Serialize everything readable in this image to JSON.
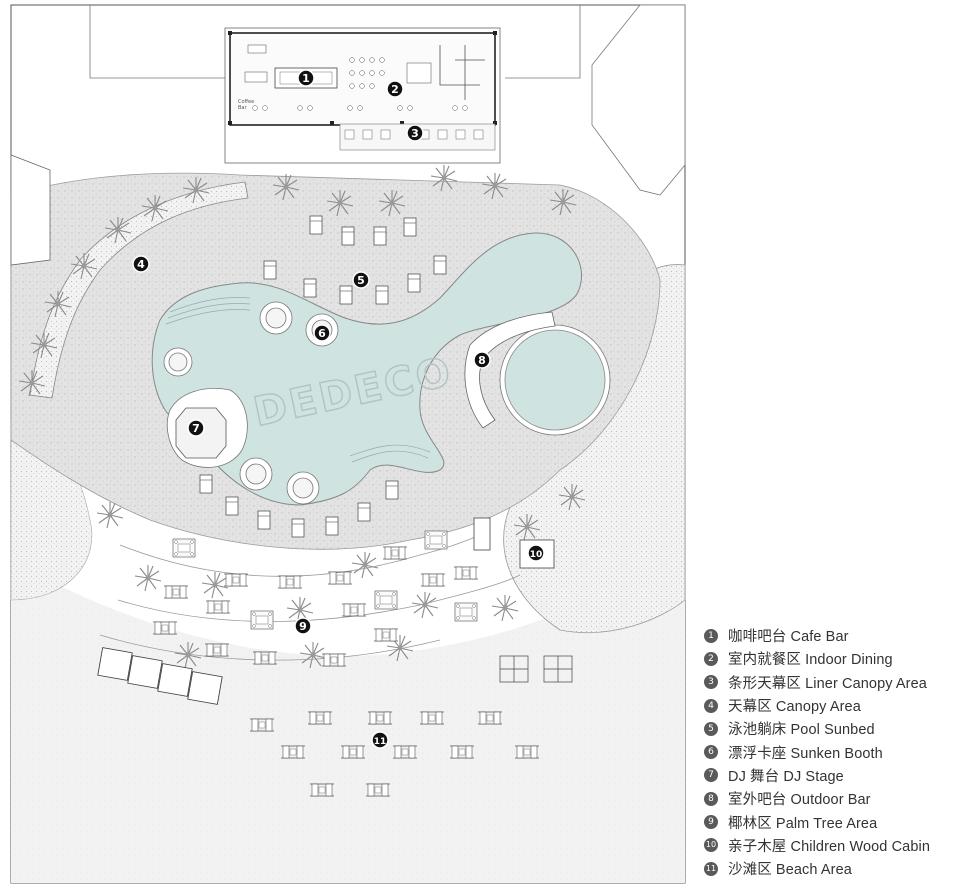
{
  "plan": {
    "pool_lettering": "DEDECO",
    "markers": [
      "1",
      "2",
      "3",
      "4",
      "5",
      "6",
      "7",
      "8",
      "9",
      "10",
      "11"
    ]
  },
  "legend": [
    {
      "num": "1",
      "label": "咖啡吧台  Cafe Bar"
    },
    {
      "num": "2",
      "label": "室内就餐区  Indoor Dining"
    },
    {
      "num": "3",
      "label": "条形天幕区  Liner Canopy Area"
    },
    {
      "num": "4",
      "label": "天幕区  Canopy Area"
    },
    {
      "num": "5",
      "label": "泳池躺床  Pool Sunbed"
    },
    {
      "num": "6",
      "label": "漂浮卡座  Sunken Booth"
    },
    {
      "num": "7",
      "label": "DJ 舞台  DJ Stage"
    },
    {
      "num": "8",
      "label": "室外吧台  Outdoor Bar"
    },
    {
      "num": "9",
      "label": "椰林区  Palm Tree Area"
    },
    {
      "num": "10",
      "label": "亲子木屋  Children Wood Cabin"
    },
    {
      "num": "11",
      "label": "沙滩区  Beach Area"
    }
  ],
  "colors": {
    "pool_water": "#cfe3e1",
    "deck_stone": "#e6e6e6",
    "beach_sand": "#f1f1f1",
    "marker_fill": "#111111",
    "legend_badge": "#5a5a5a"
  }
}
